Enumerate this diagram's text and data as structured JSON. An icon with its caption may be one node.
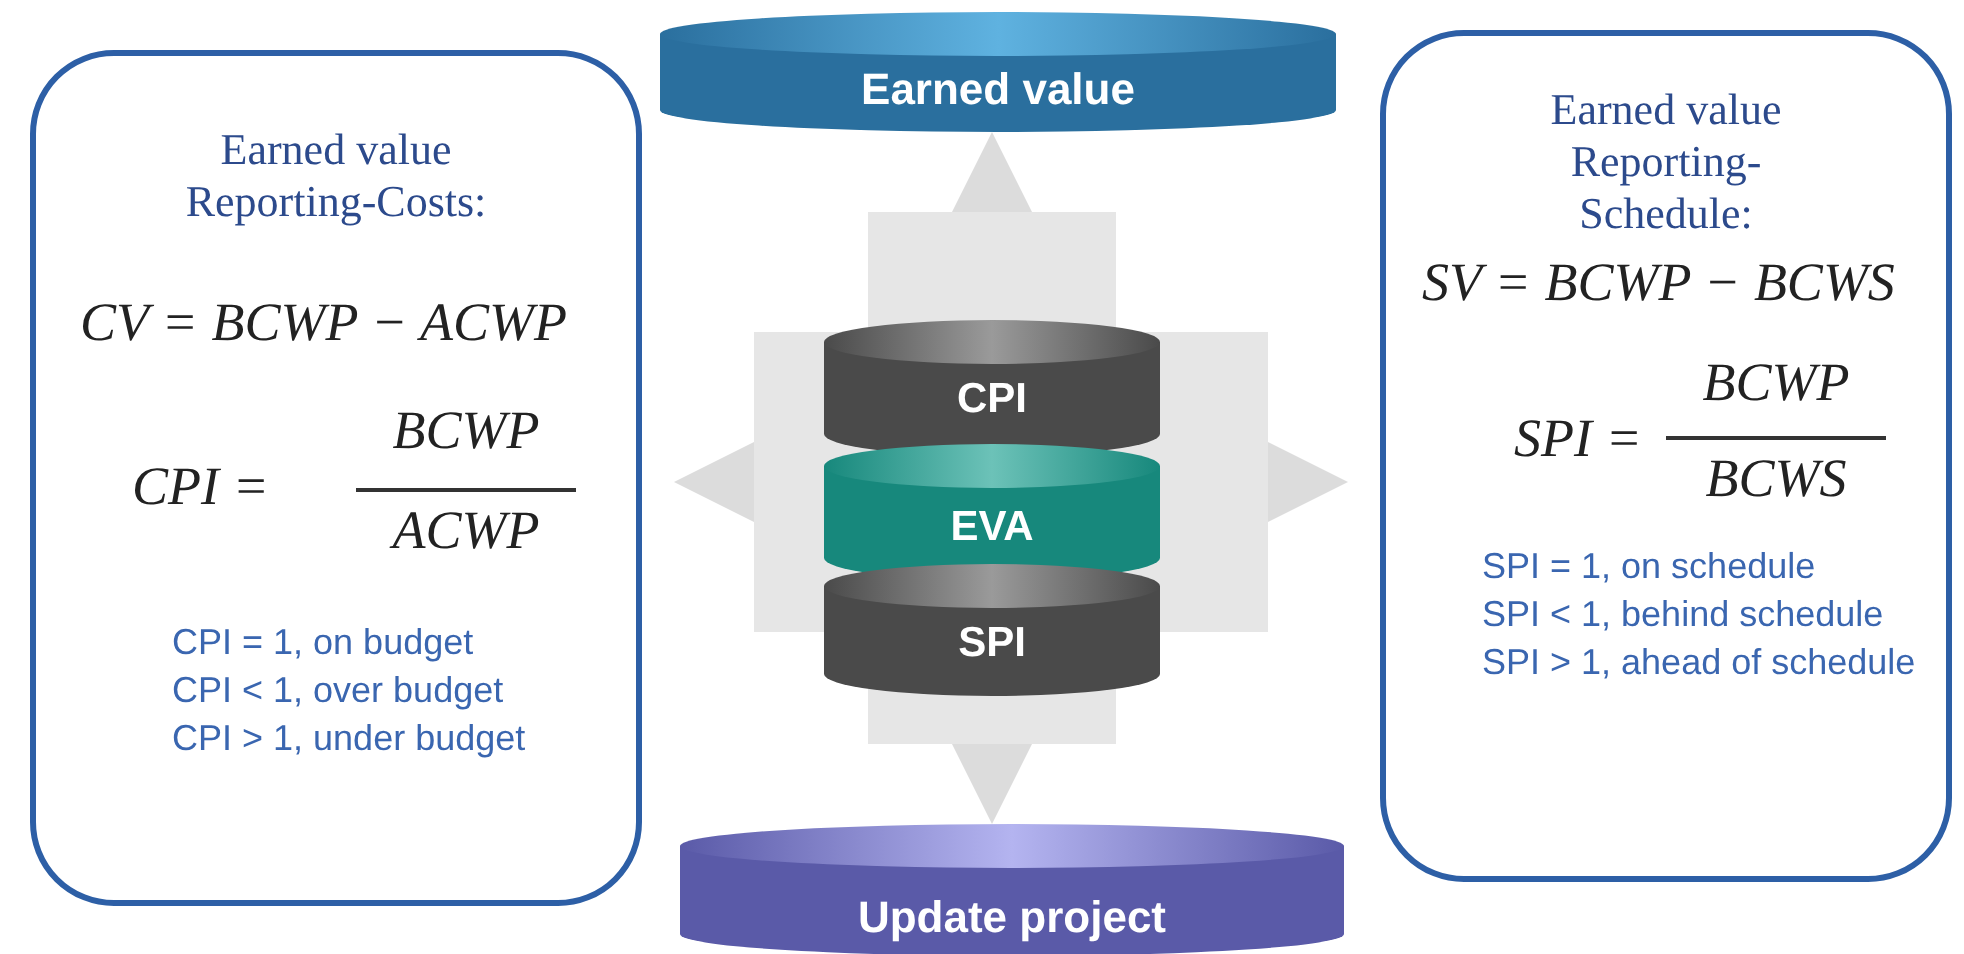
{
  "diagram": {
    "nodes": [
      {
        "text": [
          "Earned value Reporting-Costs:",
          "CV = BCWP − ACWP",
          "CPI =",
          "BCWP",
          "ACWP",
          "CPI = 1, on budget",
          "CPI < 1, over budget",
          "CPI > 1, under budget"
        ]
      },
      {
        "text": [
          "Earned value"
        ]
      },
      {
        "text": [
          "CPI"
        ]
      },
      {
        "text": [
          "EVA"
        ]
      },
      {
        "text": [
          "SPI"
        ]
      },
      {
        "text": [
          "Update project"
        ]
      },
      {
        "text": [
          "Earned value Reporting-Schedule:",
          "SV = BCWP − BCWS",
          "SPI =",
          "BCWP",
          "BCWS",
          "SPI = 1, on schedule",
          "SPI < 1, behind schedule",
          "SPI > 1, ahead of schedule"
        ]
      }
    ],
    "edges": [
      {
        "from": 2,
        "to": 1,
        "arrow": "to"
      },
      {
        "from": 4,
        "to": 5,
        "arrow": "to"
      },
      {
        "from": 3,
        "to": 0,
        "arrow": "to"
      },
      {
        "from": 3,
        "to": 6,
        "arrow": "to"
      }
    ]
  }
}
